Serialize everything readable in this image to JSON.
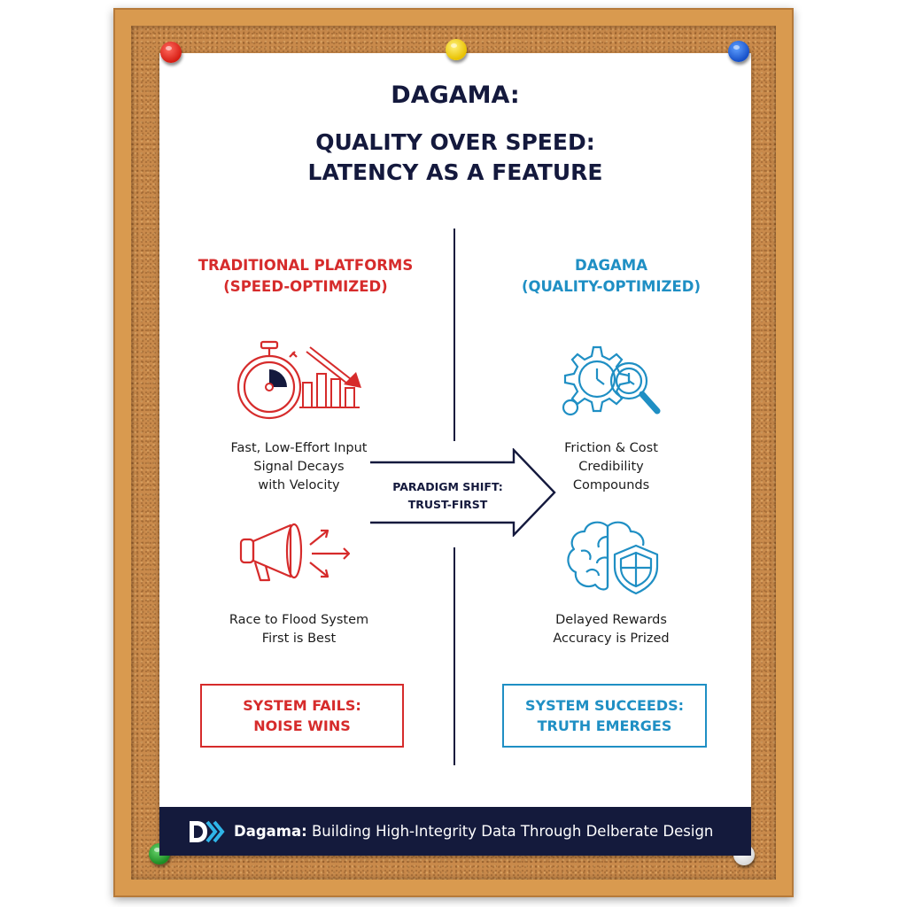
{
  "title": "DAGAMA:",
  "subtitle_line1": "QUALITY OVER SPEED:",
  "subtitle_line2": "LATENCY AS A FEATURE",
  "left": {
    "heading_line1": "TRADITIONAL PLATFORMS",
    "heading_line2": "(SPEED-OPTIMIZED)",
    "point1": [
      "Fast, Low-Effort Input",
      "Signal Decays",
      "with Velocity"
    ],
    "point2": [
      "Race to Flood System",
      "First is Best"
    ],
    "result_line1": "SYSTEM FAILS:",
    "result_line2": "NOISE WINS"
  },
  "right": {
    "heading_line1": "DAGAMA",
    "heading_line2": "(QUALITY-OPTIMIZED)",
    "point1": [
      "Friction & Cost",
      "Credibility",
      "Compounds"
    ],
    "point2": [
      "Delayed Rewards",
      "Accuracy is Prized"
    ],
    "result_line1": "SYSTEM SUCCEEDS:",
    "result_line2": "TRUTH EMERGES"
  },
  "shift": {
    "line1": "PARADIGM SHIFT:",
    "line2": "TRUST-FIRST"
  },
  "footer": {
    "brand": "Dagama:",
    "text": " Building High-Integrity Data Through Delberate Design"
  },
  "icons": {
    "left_top": [
      "stopwatch-icon",
      "bar-trend-down-icon"
    ],
    "left_bottom": "megaphone-icon",
    "right_top": "gear-clock-magnifier-icon",
    "right_bottom": "brain-shield-icon",
    "footer": "dagama-logo-icon"
  },
  "colors": {
    "red": "#d62b2b",
    "blue": "#1f8fc4",
    "navy": "#14193d",
    "cork": "#c98a4b",
    "frame": "#d99a4f"
  }
}
